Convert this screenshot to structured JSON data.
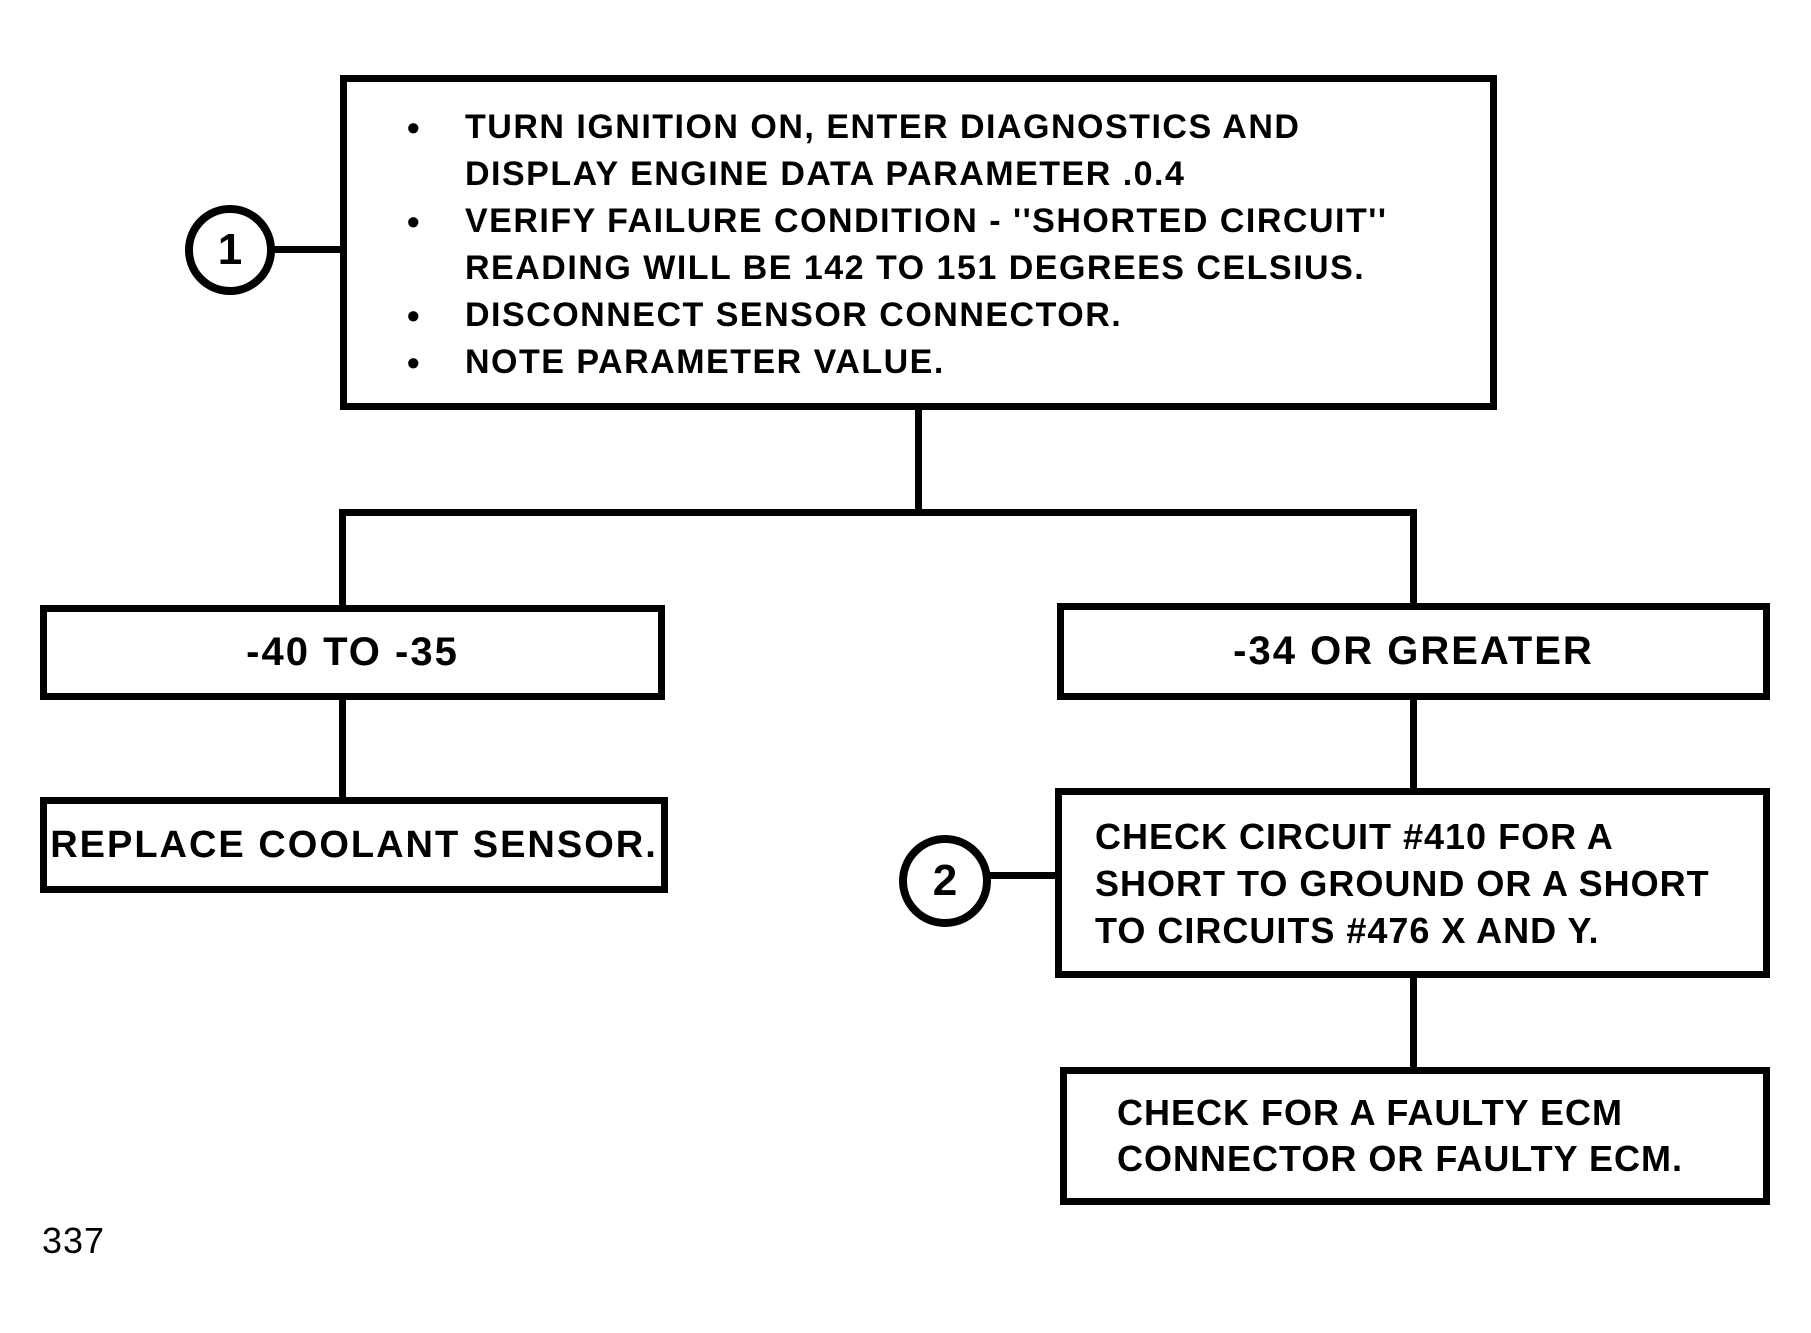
{
  "colors": {
    "ink": "#000000",
    "paper": "#ffffff"
  },
  "page": {
    "number": "337"
  },
  "badges": {
    "step1": "1",
    "step2": "2"
  },
  "nodes": {
    "instructions": {
      "lines": [
        {
          "bullet": "•",
          "text": "TURN IGNITION ON, ENTER DIAGNOSTICS AND"
        },
        {
          "bullet": "",
          "text": "DISPLAY ENGINE DATA PARAMETER .0.4"
        },
        {
          "bullet": "•",
          "text": "VERIFY FAILURE CONDITION - ''SHORTED CIRCUIT''"
        },
        {
          "bullet": "",
          "text": "READING WILL BE 142 TO 151 DEGREES CELSIUS."
        },
        {
          "bullet": "•",
          "text": "DISCONNECT SENSOR CONNECTOR."
        },
        {
          "bullet": "•",
          "text": "NOTE PARAMETER VALUE."
        }
      ]
    },
    "range_low": {
      "label": "-40 TO -35"
    },
    "replace_sensor": {
      "label": "REPLACE COOLANT SENSOR."
    },
    "range_high": {
      "label": "-34 OR GREATER"
    },
    "check_circuit": {
      "lines": [
        "CHECK CIRCUIT #410 FOR A",
        "SHORT TO GROUND OR A SHORT",
        "TO CIRCUITS #476 X AND Y."
      ]
    },
    "check_ecm": {
      "lines": [
        "CHECK FOR A FAULTY ECM",
        "CONNECTOR OR FAULTY ECM."
      ]
    }
  }
}
